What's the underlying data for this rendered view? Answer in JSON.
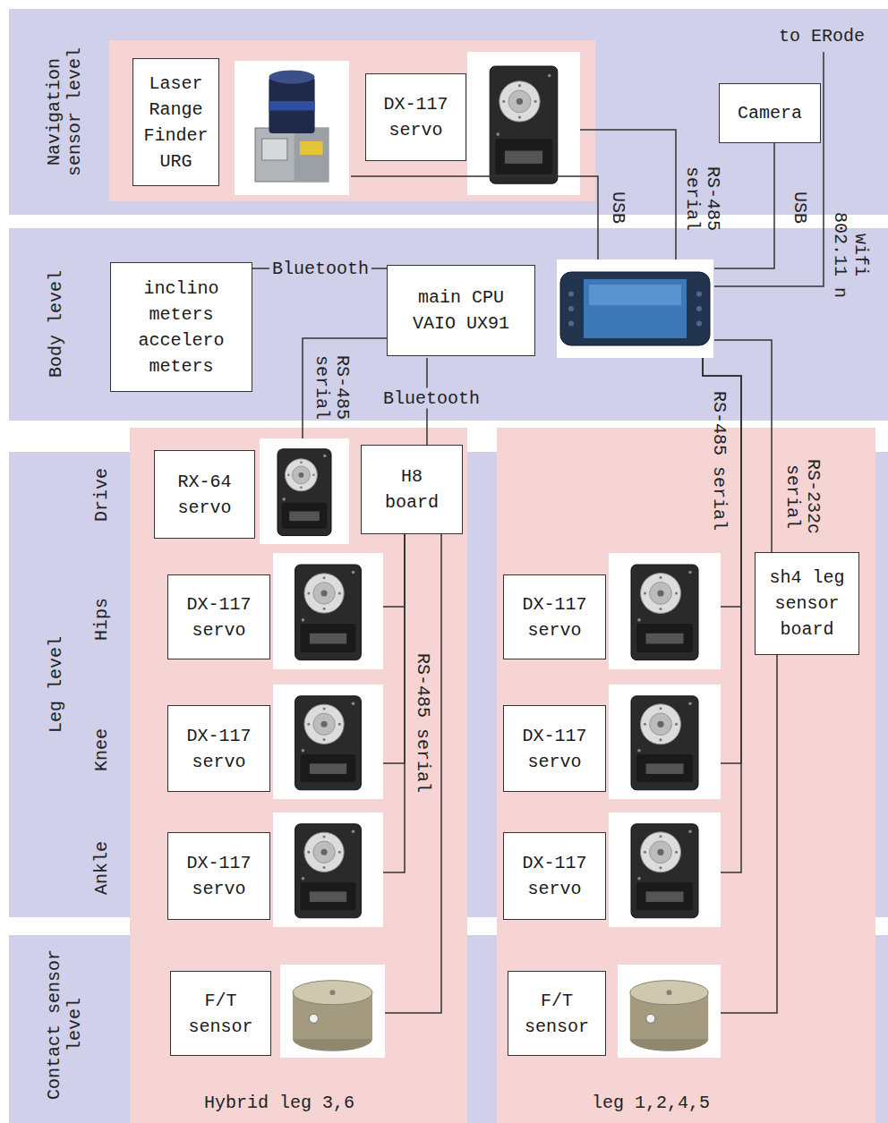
{
  "diagram": {
    "nodes": [
      {
        "text": [
          "Navigation sensor level"
        ]
      },
      {
        "text": [
          "Laser Range Finder URG"
        ],
        "in": 0
      },
      {
        "text": [
          "DX-117 servo"
        ],
        "in": 0
      },
      {
        "text": [
          "Camera"
        ],
        "in": 0
      },
      {
        "text": [
          "Body level"
        ]
      },
      {
        "text": [
          "inclino meters accelero meters"
        ],
        "in": 4
      },
      {
        "text": [
          "main CPU VAIO UX91"
        ],
        "in": 4
      },
      {
        "text": [
          "Leg level"
        ]
      },
      {
        "text": [
          "Contact sensor level"
        ]
      },
      {
        "text": [
          "Hybrid leg 3,6"
        ]
      },
      {
        "text": [
          "RX-64 servo"
        ],
        "in": 9
      },
      {
        "text": [
          "H8 board"
        ],
        "in": 9
      },
      {
        "text": [
          "DX-117 servo"
        ],
        "in": 9
      },
      {
        "text": [
          "DX-117 servo"
        ],
        "in": 9
      },
      {
        "text": [
          "DX-117 servo"
        ],
        "in": 9
      },
      {
        "text": [
          "F/T sensor"
        ],
        "in": 9
      },
      {
        "text": [
          "leg 1,2,4,5"
        ]
      },
      {
        "text": [
          "DX-117 servo"
        ],
        "in": 16
      },
      {
        "text": [
          "DX-117 servo"
        ],
        "in": 16
      },
      {
        "text": [
          "DX-117 servo"
        ],
        "in": 16
      },
      {
        "text": [
          "sh4 leg sensor board"
        ],
        "in": 16
      },
      {
        "text": [
          "F/T sensor"
        ],
        "in": 16
      }
    ],
    "edges": [
      {
        "from": 5,
        "to": 6,
        "label": "Bluetooth",
        "arrow": "none"
      },
      {
        "from": 1,
        "to": 6,
        "label": "USB",
        "arrow": "none"
      },
      {
        "from": 2,
        "to": 6,
        "label": "RS-485 serial",
        "arrow": "none"
      },
      {
        "from": 3,
        "to": 6,
        "label": "USB",
        "arrow": "none"
      },
      {
        "from": 6,
        "to": 10,
        "label": "RS-485 serial",
        "arrow": "none"
      },
      {
        "from": 6,
        "to": 11,
        "label": "Bluetooth",
        "arrow": "none"
      },
      {
        "from": 11,
        "to": 12,
        "arrow": "none"
      },
      {
        "from": 11,
        "to": 13,
        "arrow": "none"
      },
      {
        "from": 11,
        "to": 14,
        "arrow": "none"
      },
      {
        "from": 11,
        "to": 15,
        "arrow": "none"
      },
      {
        "from": 6,
        "to": 17,
        "arrow": "none"
      },
      {
        "from": 6,
        "to": 18,
        "arrow": "none"
      },
      {
        "from": 6,
        "to": 19,
        "arrow": "none"
      },
      {
        "from": 6,
        "to": 20,
        "label": "RS-232c serial",
        "arrow": "none"
      },
      {
        "from": 20,
        "to": 21,
        "arrow": "none"
      }
    ],
    "labels": [
      "to ERode",
      "wifi 802.11 n",
      "Drive",
      "Hips",
      "Knee",
      "Ankle",
      "RS-485 serial",
      "RS-485 serial"
    ]
  }
}
